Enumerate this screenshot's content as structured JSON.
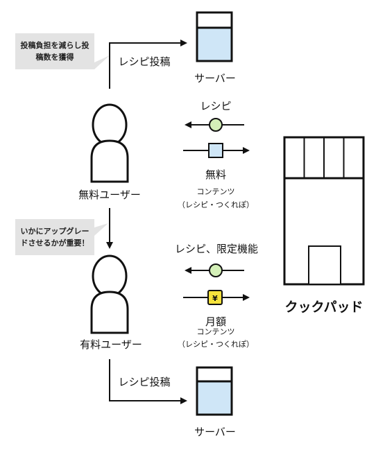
{
  "notes": {
    "top_line1": "投稿負担を減らし投",
    "top_line2": "稿数を獲得",
    "mid_line1": "いかにアップグレー",
    "mid_line2": "ドさせるかが重要！"
  },
  "top_flow": {
    "label": "レシピ投稿",
    "server": "サーバー"
  },
  "bottom_flow": {
    "label": "レシピ投稿",
    "server": "サーバー"
  },
  "free_user": {
    "label": "無料ユーザー",
    "receive": "レシピ",
    "pay": "無料",
    "content_line1": "コンテンツ",
    "content_line2": "（レシピ・つくれぽ）"
  },
  "paid_user": {
    "label": "有料ユーザー",
    "receive": "レシピ、限定機能",
    "pay": "月額",
    "content_line1": "コンテンツ",
    "content_line2": "（レシピ・つくれぽ）",
    "coin_symbol": "¥"
  },
  "store": {
    "label": "クックパッド"
  },
  "colors": {
    "server_fill": "#cfe6f7",
    "circle_fill": "#d4f0b8",
    "square_fill": "#cfe6f7",
    "coin_fill": "#f5e23c",
    "note_fill": "#e3e3e3"
  }
}
